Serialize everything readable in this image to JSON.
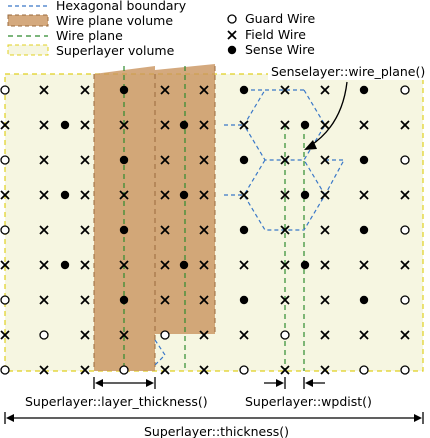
{
  "legend": {
    "left": [
      {
        "label": "Hexagonal boundary",
        "style": "blue-dashed"
      },
      {
        "label": "Wire plane volume",
        "style": "brown-fill"
      },
      {
        "label": "Wire plane",
        "style": "green-dashed"
      },
      {
        "label": "Superlayer volume",
        "style": "yellow-dashed"
      }
    ],
    "right": [
      {
        "label": "Guard Wire",
        "symbol": "open-circle"
      },
      {
        "label": "Field Wire",
        "symbol": "cross"
      },
      {
        "label": "Sense Wire",
        "symbol": "filled-circle"
      }
    ]
  },
  "annotations": {
    "wire_plane": "Senselayer::wire_plane()",
    "layer_thickness": "Superlayer::layer_thickness()",
    "wpdist": "Superlayer::wpdist()",
    "thickness": "Superlayer::thickness()"
  },
  "colors": {
    "hex_boundary": "#3a78c8",
    "wire_plane_volume": "#c9935e",
    "wire_plane": "#2e8b2e",
    "superlayer_volume_fill": "#f6f6e1",
    "superlayer_volume_border": "#e0d020"
  }
}
